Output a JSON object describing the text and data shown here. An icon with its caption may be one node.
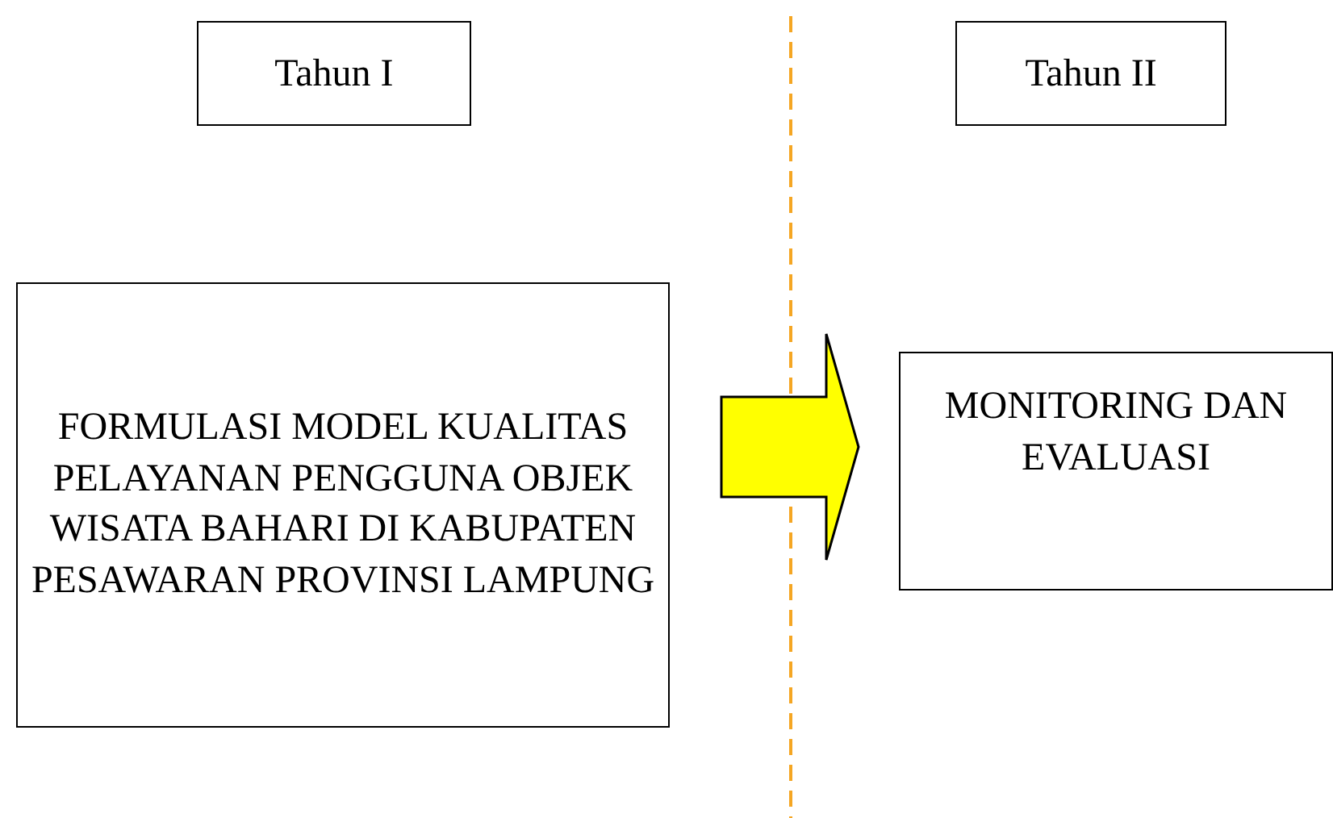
{
  "diagram": {
    "nodes": [
      {
        "text": [
          "Tahun I"
        ]
      },
      {
        "text": [
          "Tahun II"
        ]
      },
      {
        "text": [
          "FORMULASI MODEL KUALITAS PELAYANAN PENGGUNA OBJEK WISATA BAHARI DI KABUPATEN PESAWARAN PROVINSI LAMPUNG"
        ]
      },
      {
        "text": [
          "MONITORING DAN EVALUASI"
        ]
      }
    ],
    "edges": [
      {
        "from": 2,
        "to": 3,
        "arrow": "to",
        "style": "thick",
        "color": "#ffff00"
      }
    ]
  }
}
